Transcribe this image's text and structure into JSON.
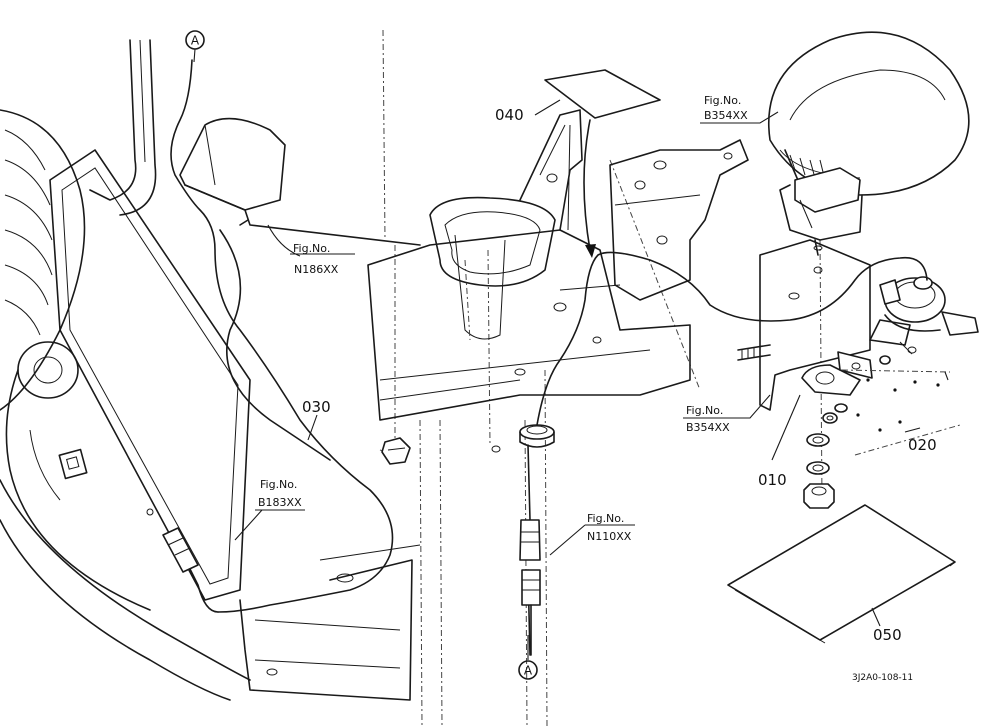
{
  "callouts": {
    "p010": "010",
    "p020": "020",
    "p030": "030",
    "p040": "040",
    "p050": "050"
  },
  "fig_refs": [
    {
      "label": "Fig.No.",
      "code": "N186XX"
    },
    {
      "label": "Fig.No.",
      "code": "B354XX"
    },
    {
      "label": "Fig.No.",
      "code": "B354XX"
    },
    {
      "label": "Fig.No.",
      "code": "B183XX"
    },
    {
      "label": "Fig.No.",
      "code": "N110XX"
    }
  ],
  "connection_marks": {
    "top": "A",
    "bottom": "A"
  },
  "drawing_code": "3J2A0-108-11"
}
